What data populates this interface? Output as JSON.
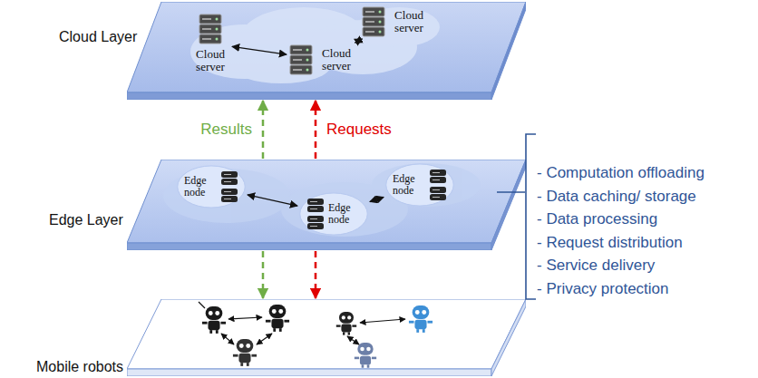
{
  "diagram": {
    "nodes": [
      {
        "text": [
          "Cloud Layer"
        ]
      },
      {
        "text": [
          "Cloud server"
        ],
        "in": 0
      },
      {
        "text": [
          "Cloud server"
        ],
        "in": 0
      },
      {
        "text": [
          "Cloud server"
        ],
        "in": 0
      },
      {
        "text": [
          "Edge Layer"
        ]
      },
      {
        "text": [
          "Edge node"
        ],
        "in": 4
      },
      {
        "text": [
          "Edge node"
        ],
        "in": 4
      },
      {
        "text": [
          "Edge node"
        ],
        "in": 4
      },
      {
        "text": [
          "Mobile robots"
        ]
      }
    ],
    "edges": [
      {
        "from": 4,
        "to": 0,
        "arrow": "to",
        "label": "Results"
      },
      {
        "from": 4,
        "to": 8,
        "arrow": "to"
      },
      {
        "from": 4,
        "to": 0,
        "arrow": "to",
        "label": "Requests"
      },
      {
        "from": 4,
        "to": 8,
        "arrow": "to"
      },
      {
        "from": 1,
        "to": 2,
        "arrow": "both"
      },
      {
        "from": 2,
        "to": 3,
        "arrow": "both"
      },
      {
        "from": 5,
        "to": 6,
        "arrow": "both"
      },
      {
        "from": 6,
        "to": 7,
        "arrow": "both"
      }
    ],
    "labels": [
      "- Computation offloading",
      "- Data caching/ storage",
      "- Data processing",
      "- Request distribution",
      "- Service delivery",
      "- Privacy protection"
    ]
  }
}
